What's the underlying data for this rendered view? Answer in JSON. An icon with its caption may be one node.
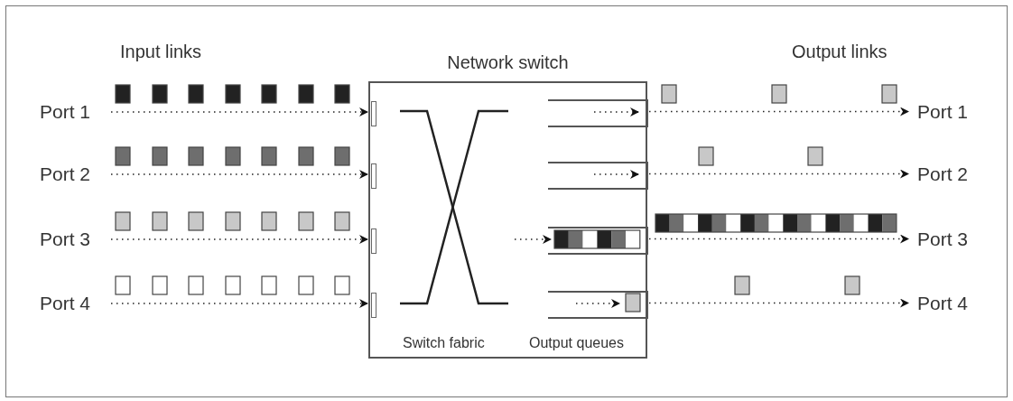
{
  "diagram": {
    "nodes": [
      {
        "text": [
          "Port 1"
        ]
      },
      {
        "text": [
          "Port 2"
        ]
      },
      {
        "text": [
          "Port 3"
        ]
      },
      {
        "text": [
          "Port 4"
        ]
      },
      {
        "text": [
          "Network switch",
          "Switch fabric",
          "Output queues"
        ]
      },
      {
        "text": [],
        "shape": "box",
        "in": 4
      },
      {
        "text": [],
        "shape": "box",
        "in": 4
      },
      {
        "text": [],
        "shape": "box",
        "in": 4
      },
      {
        "text": [],
        "shape": "box",
        "in": 4
      },
      {
        "text": [],
        "shape": "box",
        "in": 4
      },
      {
        "text": [],
        "shape": "box",
        "in": 4
      },
      {
        "text": [],
        "shape": "box",
        "in": 4
      },
      {
        "text": [],
        "shape": "box",
        "in": 4
      },
      {
        "text": [
          "Port 1"
        ]
      },
      {
        "text": [
          "Port 2"
        ]
      },
      {
        "text": [
          "Port 3"
        ]
      },
      {
        "text": [
          "Port 4"
        ]
      }
    ],
    "edges": [
      {
        "from": 0,
        "to": 5,
        "arrow": "to"
      },
      {
        "from": 1,
        "to": 6,
        "arrow": "to"
      },
      {
        "from": 2,
        "to": 7,
        "arrow": "to"
      },
      {
        "from": 3,
        "to": 8,
        "arrow": "to"
      },
      {
        "from": 9,
        "to": 13,
        "arrow": "to"
      },
      {
        "from": 10,
        "to": 14,
        "arrow": "to"
      },
      {
        "from": 11,
        "to": 15,
        "arrow": "to"
      },
      {
        "from": 12,
        "to": 16,
        "arrow": "to"
      }
    ],
    "labels": [
      "Input links",
      "Output links"
    ]
  }
}
